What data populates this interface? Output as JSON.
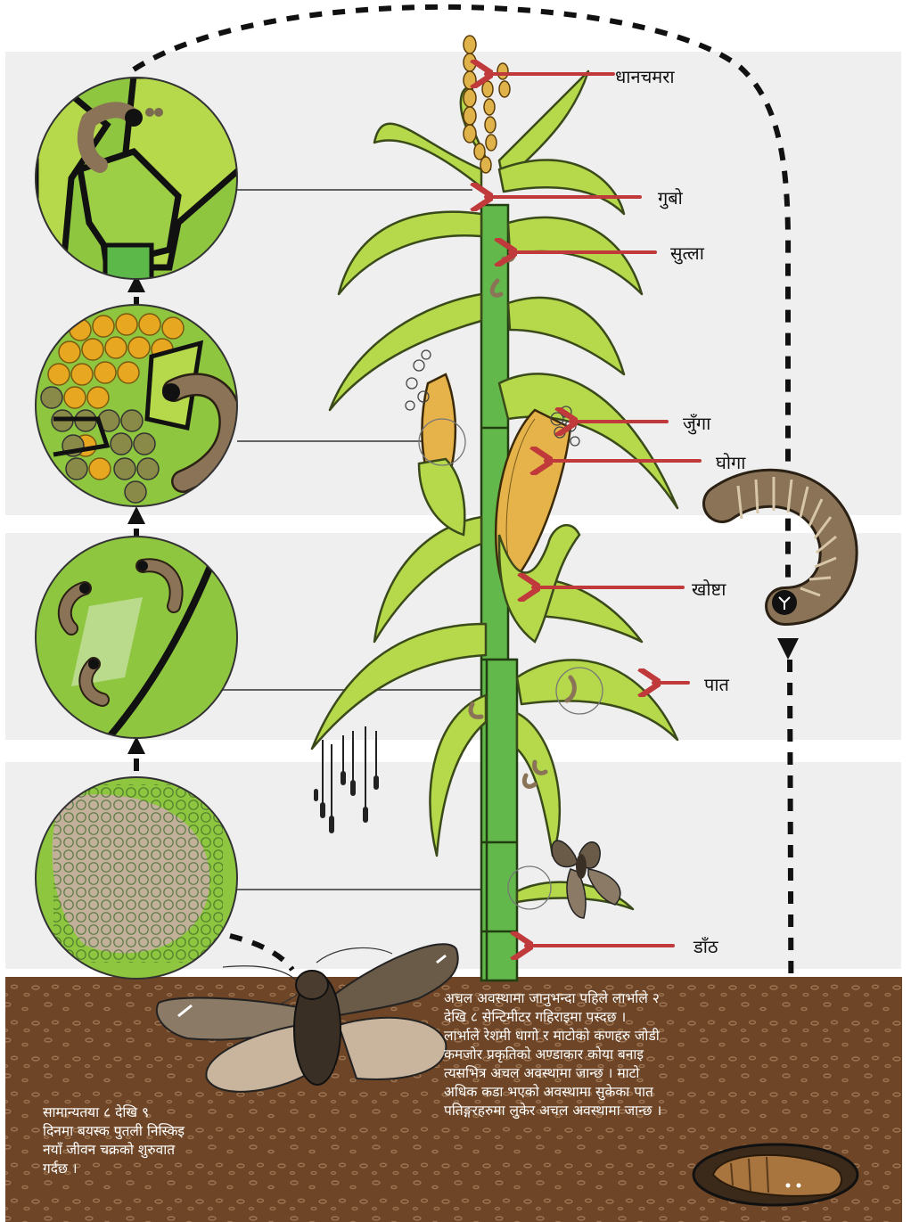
{
  "labels": {
    "tassel": "धानचमरा",
    "whorl": "गुबो",
    "stem_tip": "सुत्ला",
    "silk": "जुँगा",
    "cob": "घोगा",
    "husk": "खोष्टा",
    "leaf": "पात",
    "stalk": "डाँठ"
  },
  "soil_text_right": [
    "अचल अवस्थामा जानुभन्दा पहिले लार्भाले  २",
    "देखि  ८ सेन्टिमीटर गहिराइमा पस्दछ ।",
    "लार्भाले रेशमी धागो र माटोको कणहरु जोडी",
    "कमजोर प्रकृतिको अण्डाकार कोया बनाइ",
    "त्यसभित्र अचल अवस्थामा जान्छ । माटो",
    "अधिक कडा भएको अवस्थामा सुकेका पात",
    "पतिङ्गरहरुमा लुकेर अचल अवस्थामा जान्छ ।"
  ],
  "soil_text_left": [
    "सामान्यतया  ८ देखि  ९",
    "दिनमा बयस्क पुतली निस्किइ",
    "नयाँ जीवन चक्रको शुरुवात",
    "गर्दछ ।"
  ],
  "colors": {
    "leaf_green": "#b5d94a",
    "leaf_outline": "#3b4a1a",
    "circle_green": "#8fc63f",
    "soil": "#6e4526",
    "arrow_red": "#c0393b",
    "larva_brown": "#8a7356",
    "moth_brown": "#6a5a48",
    "moth_light": "#c9b59d",
    "band_grey": "#f0f0f0"
  }
}
